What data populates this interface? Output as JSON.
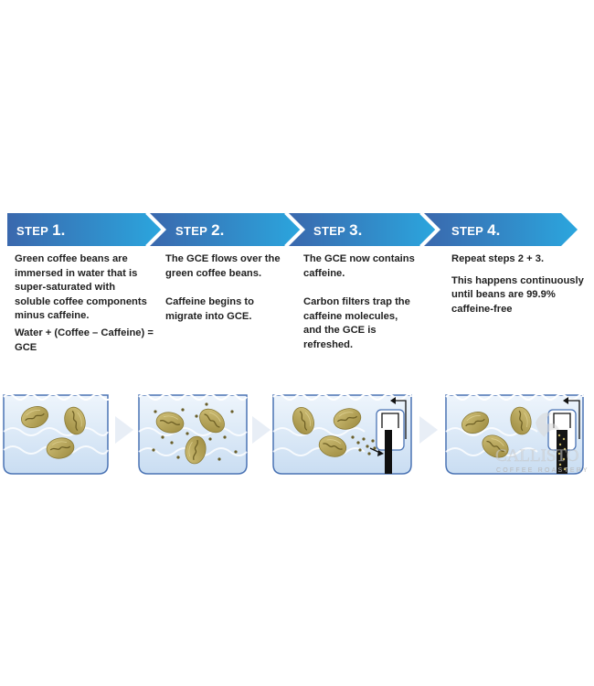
{
  "steps": [
    {
      "word": "STEP",
      "number": "1.",
      "paragraphs": [
        "Green coffee beans are\nimmersed in water that is\nsuper-saturated with\nsoluble coffee components\nminus caffeine.",
        "Water + (Coffee – Caffeine) =\nGCE"
      ]
    },
    {
      "word": "STEP",
      "number": "2.",
      "paragraphs": [
        "The GCE flows over the\ngreen coffee beans.",
        "Caffeine begins to\nmigrate into GCE."
      ]
    },
    {
      "word": "STEP",
      "number": "3.",
      "paragraphs": [
        "The GCE now contains\ncaffeine.",
        "Carbon filters trap the\ncaffeine molecules,\nand the GCE is\nrefreshed."
      ]
    },
    {
      "word": "STEP",
      "number": "4.",
      "paragraphs": [
        "Repeat steps 2 + 3.",
        "This happens continuously\nuntil beans are 99.9%\ncaffeine-free"
      ]
    }
  ],
  "watermark": {
    "name": "CALLISTO",
    "tagline": "COFFEE ROASTERY"
  },
  "colors": {
    "banner_start": "#3f6fb2",
    "banner_end": "#2aa1dc",
    "water": "#dce9f7",
    "tank_border": "#4c74b5",
    "bean": "#b9a55a",
    "bean_dark": "#7d6d2c",
    "filter": "#111111"
  }
}
